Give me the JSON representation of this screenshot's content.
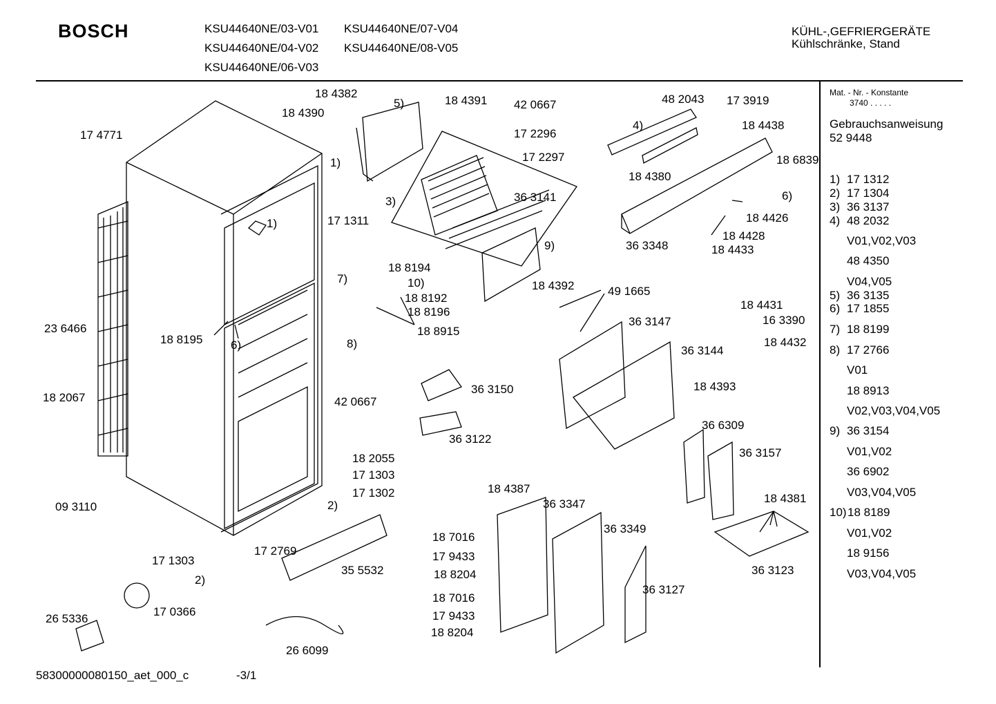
{
  "header": {
    "brand": "BOSCH",
    "models": [
      "KSU44640NE/03-V01",
      "KSU44640NE/07-V04",
      "KSU44640NE/04-V02",
      "KSU44640NE/08-V05",
      "KSU44640NE/06-V03"
    ],
    "category_1": "KÜHL-,GEFRIERGERÄTE",
    "category_2": "Kühlschränke, Stand"
  },
  "side_panel": {
    "mat_label": "Mat. - Nr. - Konstante",
    "mat_value": "3740  .  .  .  .  .",
    "manual_label": "Gebrauchsanweisung",
    "manual_number": "52 9448",
    "rows": [
      {
        "key": "1)",
        "value": "17 1312"
      },
      {
        "key": "2)",
        "value": "17 1304"
      },
      {
        "key": "3)",
        "value": "36 3137"
      },
      {
        "key": "4)",
        "value": "48 2032"
      },
      {
        "key": "",
        "value": "V01,V02,V03"
      },
      {
        "key": "",
        "value": "48 4350"
      },
      {
        "key": "",
        "value": "V04,V05"
      },
      {
        "key": "5)",
        "value": "36 3135"
      },
      {
        "key": "6)",
        "value": "17 1855"
      },
      {
        "key": "7)",
        "value": "18 8199"
      },
      {
        "key": "8)",
        "value": "17 2766"
      },
      {
        "key": "",
        "value": "V01"
      },
      {
        "key": "",
        "value": "18 8913"
      },
      {
        "key": "",
        "value": "V02,V03,V04,V05"
      },
      {
        "key": "9)",
        "value": "36 3154"
      },
      {
        "key": "",
        "value": "V01,V02"
      },
      {
        "key": "",
        "value": "36 6902"
      },
      {
        "key": "",
        "value": "V03,V04,V05"
      },
      {
        "key": "10)",
        "value": "18 8189"
      },
      {
        "key": "",
        "value": "V01,V02"
      },
      {
        "key": "",
        "value": "18 9156"
      },
      {
        "key": "",
        "value": "V03,V04,V05"
      }
    ]
  },
  "labels": [
    "17 4771",
    "23 6466",
    "18 2067",
    "09 3110",
    "18 8195",
    "6)",
    "1)",
    "18 4382",
    "18 4390",
    "5)",
    "1)",
    "17 1311",
    "18 4391",
    "42 0667",
    "17 2296",
    "17 2297",
    "3)",
    "36 3141",
    "9)",
    "18 8194",
    "7)",
    "10)",
    "18 8192",
    "18 8196",
    "18 8915",
    "8)",
    "18 4392",
    "49 1665",
    "48 2043",
    "17 3919",
    "4)",
    "18 4438",
    "18 6839",
    "18 4380",
    "6)",
    "18 4426",
    "18 4428",
    "18 4433",
    "36 3348",
    "18 4431",
    "16 3390",
    "18 4432",
    "36 3147",
    "36 3144",
    "18 4393",
    "36 3150",
    "36 3122",
    "42 0667",
    "18 2055",
    "17 1303",
    "17 1302",
    "2)",
    "36 6309",
    "36 3157",
    "18 4381",
    "36 3123",
    "18 4387",
    "36 3347",
    "36 3349",
    "18 7016",
    "17 9433",
    "18 8204",
    "18 7016",
    "17 9433",
    "18 8204",
    "36 3127",
    "17 1303",
    "2)",
    "17 2769",
    "35 5532",
    "17 0366",
    "26 5336",
    "26 6099"
  ],
  "footer": {
    "doc_id": "58300000080150_aet_000_c",
    "page": "-3/1"
  }
}
